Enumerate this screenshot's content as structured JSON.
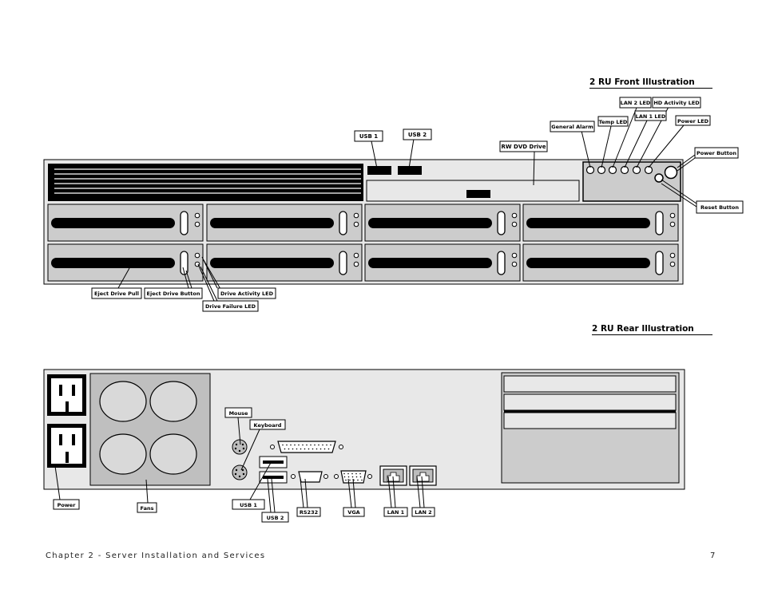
{
  "headings": {
    "front": "2 RU Front  Illustration",
    "rear": "2 RU Rear Illustration"
  },
  "front_labels": {
    "usb1": "USB 1",
    "usb2": "USB 2",
    "rw_dvd": "RW DVD Drive",
    "general_alarm": "General Alarm",
    "temp_led": "Temp LED",
    "lan2_led": "LAN 2 LED",
    "lan1_led": "LAN 1 LED",
    "hd_activity_led": "HD Activity LED",
    "power_led": "Power LED",
    "power_button": "Power Button",
    "reset_button": "Reset Button",
    "eject_drive_pull": "Eject Drive Pull",
    "eject_drive_button": "Eject Drive Button",
    "drive_activity_led": "Drive Activity LED",
    "drive_failure_led": "Drive Failure LED"
  },
  "rear_labels": {
    "power": "Power",
    "fans": "Fans",
    "mouse": "Mouse",
    "keyboard": "Keyboard",
    "usb1": "USB 1",
    "usb2": "USB 2",
    "rs232": "RS232",
    "vga": "VGA",
    "lan1": "LAN 1",
    "lan2": "LAN 2"
  },
  "footer": {
    "chapter": "Chapter 2  -  Server Installation and Services",
    "page_number": "7"
  },
  "colors": {
    "chassis": "#e8e8e8",
    "bay": "#cccccc",
    "fan_panel": "#bfbfbf",
    "fan_disc": "#d9d9d9",
    "black": "#000000"
  }
}
